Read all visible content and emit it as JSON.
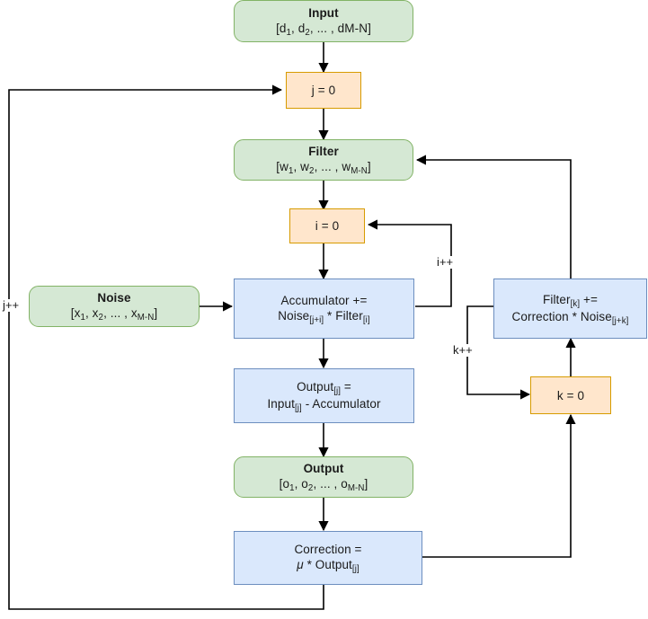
{
  "diagram": {
    "title": "LMS adaptive noise cancellation flowchart",
    "colors": {
      "green_fill": "#d5e8d4",
      "green_stroke": "#82b366",
      "orange_fill": "#ffe6cc",
      "orange_stroke": "#d79b00",
      "blue_fill": "#dae8fc",
      "blue_stroke": "#6c8ebf",
      "edge_stroke": "#000000"
    },
    "nodes": {
      "input": {
        "title": "Input",
        "line2_pre": "[d",
        "s1": "1",
        "m1": ", d",
        "s2": "2",
        "m2": ", ... , dM-N]"
      },
      "j_init": {
        "label": "j = 0"
      },
      "filter": {
        "title": "Filter",
        "line2_pre": "[w",
        "s1": "1",
        "m1": ", w",
        "s2": "2",
        "m2": ", ... , w",
        "s3": "M-N",
        "m3": "]"
      },
      "i_init": {
        "label": "i = 0"
      },
      "noise": {
        "title": "Noise",
        "line2_pre": "[x",
        "s1": "1",
        "m1": ", x",
        "s2": "2",
        "m2": ", ... , x",
        "s3": "M-N",
        "m3": "]"
      },
      "accumulator": {
        "line1": "Accumulator +=",
        "l2a": "Noise",
        "l2s1": "[j+i]",
        "l2b": " * Filter",
        "l2s2": "[i]"
      },
      "output_calc": {
        "l1a": "Output",
        "l1s": "[j]",
        "l1b": " =",
        "l2a": "Input",
        "l2s": "[j]",
        "l2b": " - Accumulator"
      },
      "output": {
        "title": "Output",
        "line2_pre": "[o",
        "s1": "1",
        "m1": ", o",
        "s2": "2",
        "m2": ", ... , o",
        "s3": "M-N",
        "m3": "]"
      },
      "correction": {
        "line1": "Correction =",
        "mu": "μ",
        "l2b": " * Output",
        "l2s": "[j]"
      },
      "filter_update": {
        "l1a": "Filter",
        "l1s": "[k]",
        "l1b": " +=",
        "l2a": "Correction * Noise",
        "l2s": "[j+k]"
      },
      "k_init": {
        "label": "k = 0"
      }
    },
    "edge_labels": {
      "j_inc": "j++",
      "i_inc": "i++",
      "k_inc": "k++"
    }
  }
}
